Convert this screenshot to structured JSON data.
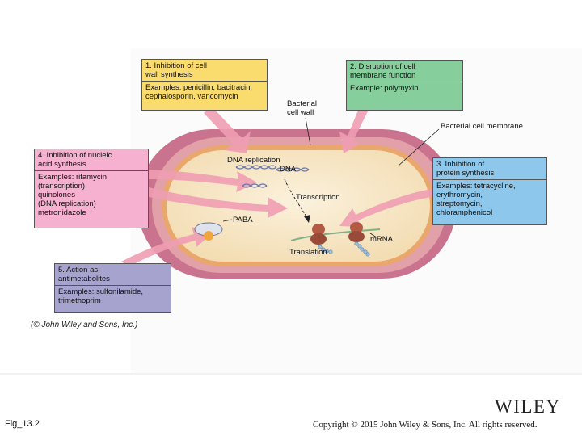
{
  "boxes": {
    "wall": {
      "head": "1. Inhibition of cell\n    wall synthesis",
      "body": "Examples: penicillin, bacitracin,\ncephalosporin, vancomycin",
      "color": "#fadc6e"
    },
    "membrane": {
      "head": "2. Disruption of cell\n    membrane function",
      "body": "Example: polymyxin",
      "color": "#86ce9c"
    },
    "protein": {
      "head": "3. Inhibition of\n    protein synthesis",
      "body": "Examples: tetracycline,\n    erythromycin,\n    streptomycin,\n    chloramphenicol",
      "color": "#8ec7ec"
    },
    "nucleic": {
      "head": "4. Inhibition of nucleic\n    acid synthesis",
      "body": "Examples: rifamycin\n   (transcription),\n   quinolones\n   (DNA replication)\n   metronidazole",
      "color": "#f6b1d0"
    },
    "antimetabolite": {
      "head": "5. Action as\n    antimetabolites",
      "body": "Examples: sulfonilamide,\n    trimethoprim",
      "color": "#a7a3cf"
    }
  },
  "labels": {
    "cell_wall": "Bacterial\ncell wall",
    "cell_membrane": "Bacterial cell membrane",
    "dna_replication": "DNA replication",
    "dna": "DNA",
    "transcription": "Transcription",
    "paba": "PABA",
    "mrna": "mRNA",
    "translation": "Translation"
  },
  "credit": "(© John Wiley and Sons, Inc.)",
  "footer": {
    "fig": "Fig_13.2",
    "brand": "WILEY",
    "copyright": "Copyright © 2015 John Wiley & Sons, Inc. All rights reserved."
  }
}
